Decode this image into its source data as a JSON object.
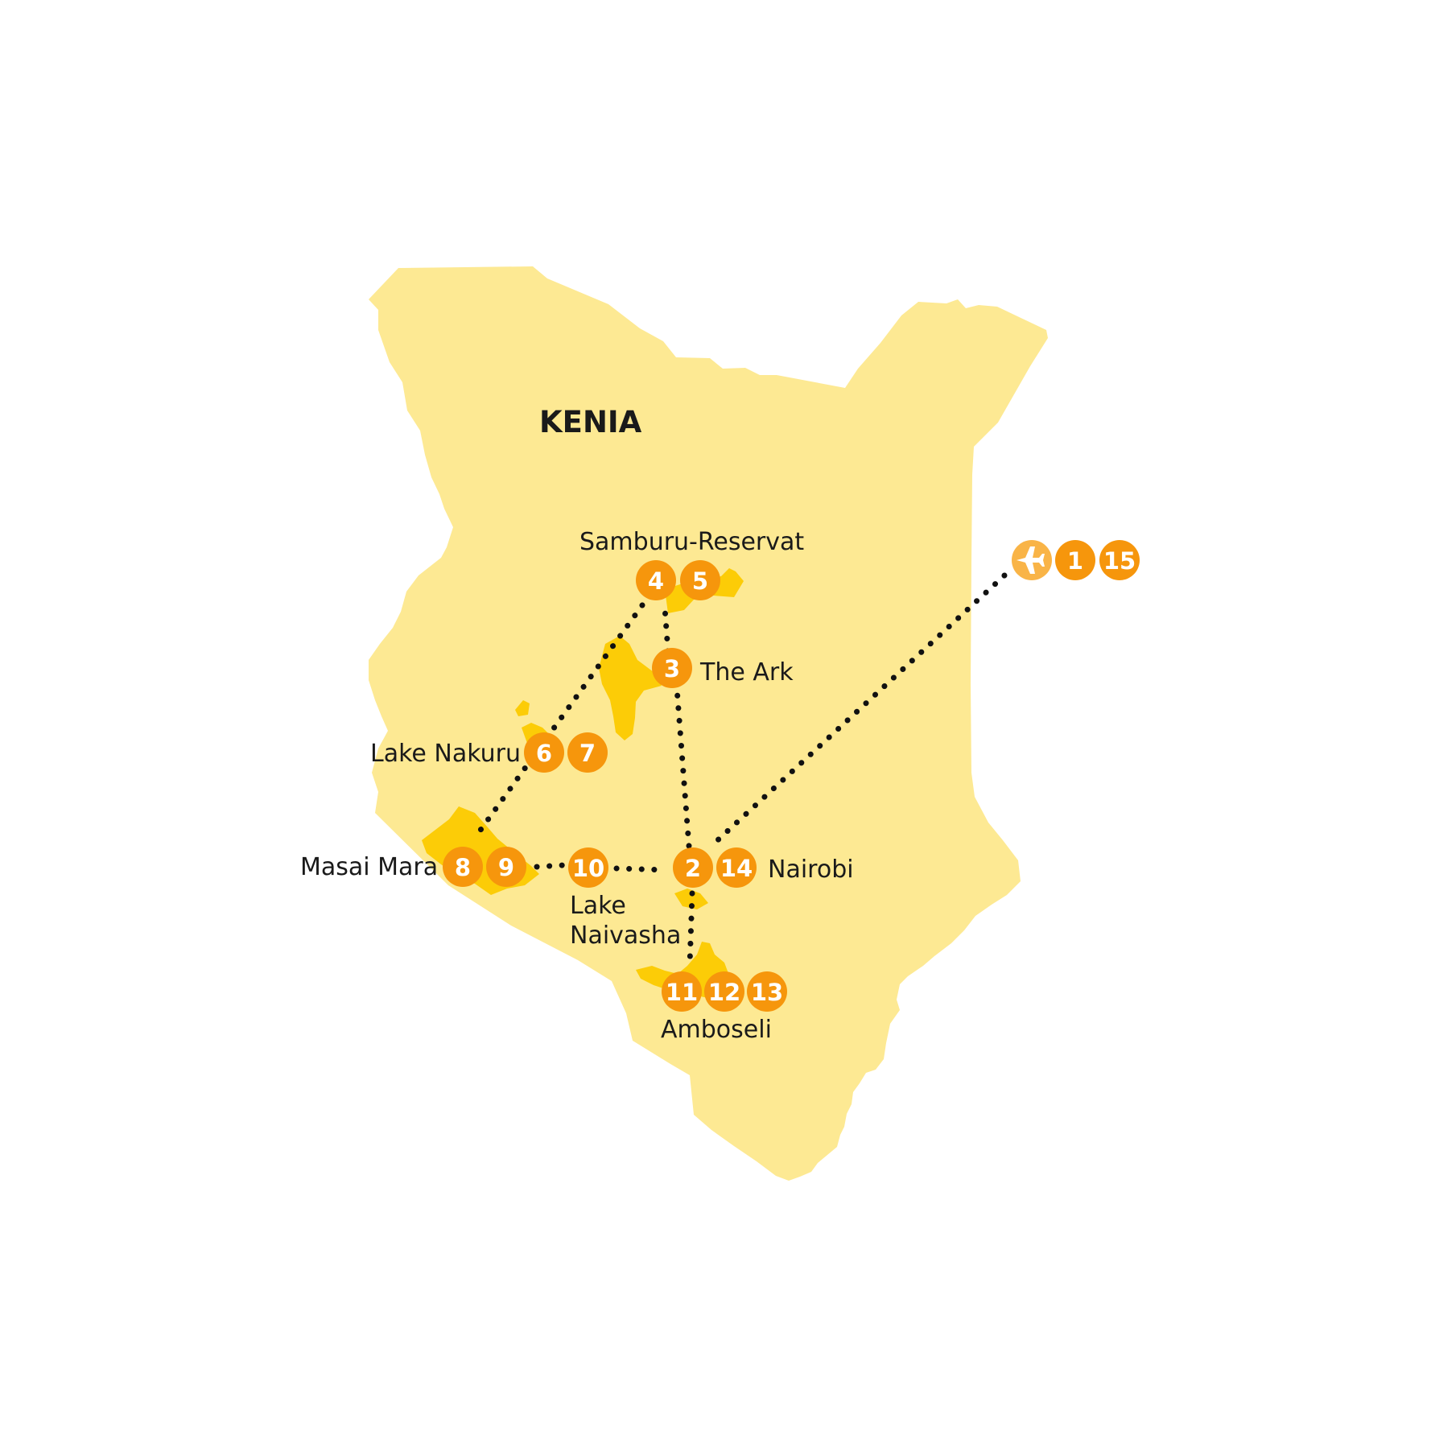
{
  "country_label": "KENIA",
  "colors": {
    "country_fill": "#fde993",
    "park_fill": "#fccc07",
    "marker_fill": "#f6960c",
    "marker_light_fill": "#f9b447",
    "marker_text": "#ffffff",
    "label_text": "#1a1a1a",
    "route_dots": "#111111"
  },
  "flight_icon": "airplane-icon",
  "stops": {
    "s1": "1",
    "s2": "2",
    "s3": "3",
    "s4": "4",
    "s5": "5",
    "s6": "6",
    "s7": "7",
    "s8": "8",
    "s9": "9",
    "s10": "10",
    "s11": "11",
    "s12": "12",
    "s13": "13",
    "s14": "14",
    "s15": "15"
  },
  "places": {
    "samburu": "Samburu-Reservat",
    "the_ark": "The Ark",
    "lake_nakuru": "Lake Nakuru",
    "masai_mara": "Masai Mara",
    "lake_naivasha_1": "Lake",
    "lake_naivasha_2": "Naivasha",
    "nairobi": "Nairobi",
    "amboseli": "Amboseli"
  }
}
